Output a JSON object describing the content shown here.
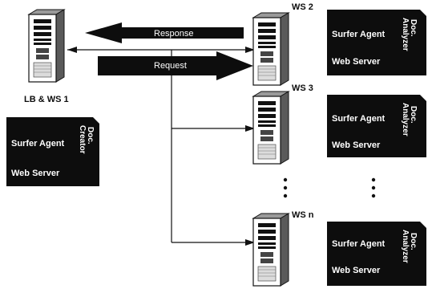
{
  "load_balancer": {
    "label": "LB & WS 1"
  },
  "lb_panel": {
    "surfer_agent": "Surfer Agent",
    "web_server": "Web Server",
    "doc_label": [
      "Doc.",
      "Creator"
    ]
  },
  "arrows": {
    "response": "Response",
    "request": "Request"
  },
  "workstations": [
    {
      "label": "WS 2",
      "surfer_agent": "Surfer Agent",
      "web_server": "Web Server",
      "doc_label": [
        "Doc.",
        "Analyzer"
      ]
    },
    {
      "label": "WS 3",
      "surfer_agent": "Surfer Agent",
      "web_server": "Web Server",
      "doc_label": [
        "Doc.",
        "Analyzer"
      ]
    },
    {
      "label": "WS n",
      "surfer_agent": "Surfer Agent",
      "web_server": "Web Server",
      "doc_label": [
        "Doc.",
        "Analyzer"
      ]
    }
  ],
  "colors": {
    "ink": "#0d0d0d",
    "paper": "#ffffff",
    "tower_shade": "#6a6a6a"
  }
}
